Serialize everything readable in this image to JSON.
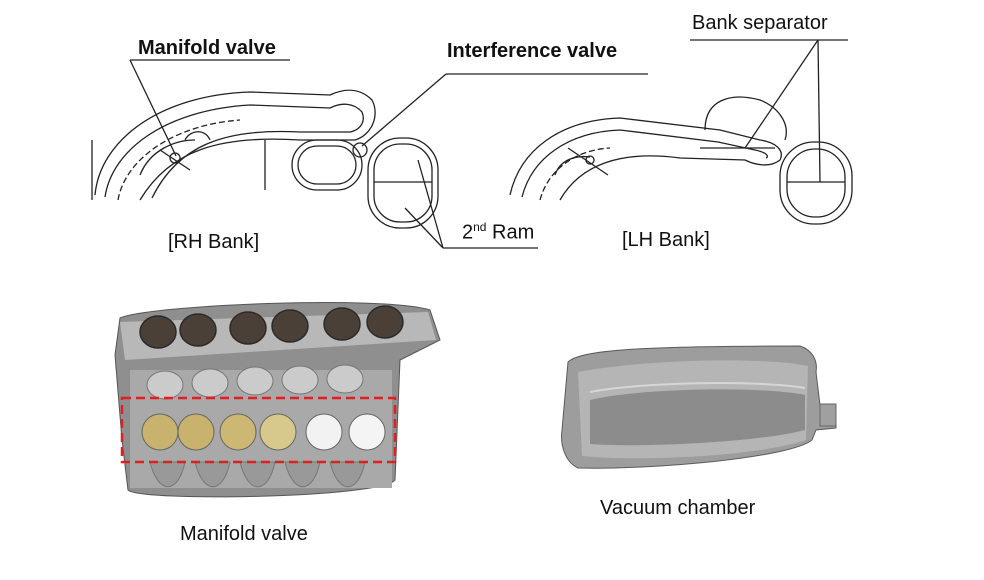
{
  "labels": {
    "manifold_valve": "Manifold valve",
    "interference_valve": "Interference valve",
    "bank_separator": "Bank separator",
    "rh_bank": "[RH Bank]",
    "lh_bank": "[LH Bank]",
    "second_ram_num": "2",
    "second_ram_sup": "nd",
    "second_ram_text": " Ram",
    "photo_manifold_caption": "Manifold valve",
    "photo_vacuum_caption": "Vacuum chamber"
  },
  "colors": {
    "line": "#222222",
    "highlight_box": "#e02020",
    "metal_light": "#c9c9c9",
    "metal_dark": "#7a7a7a"
  }
}
